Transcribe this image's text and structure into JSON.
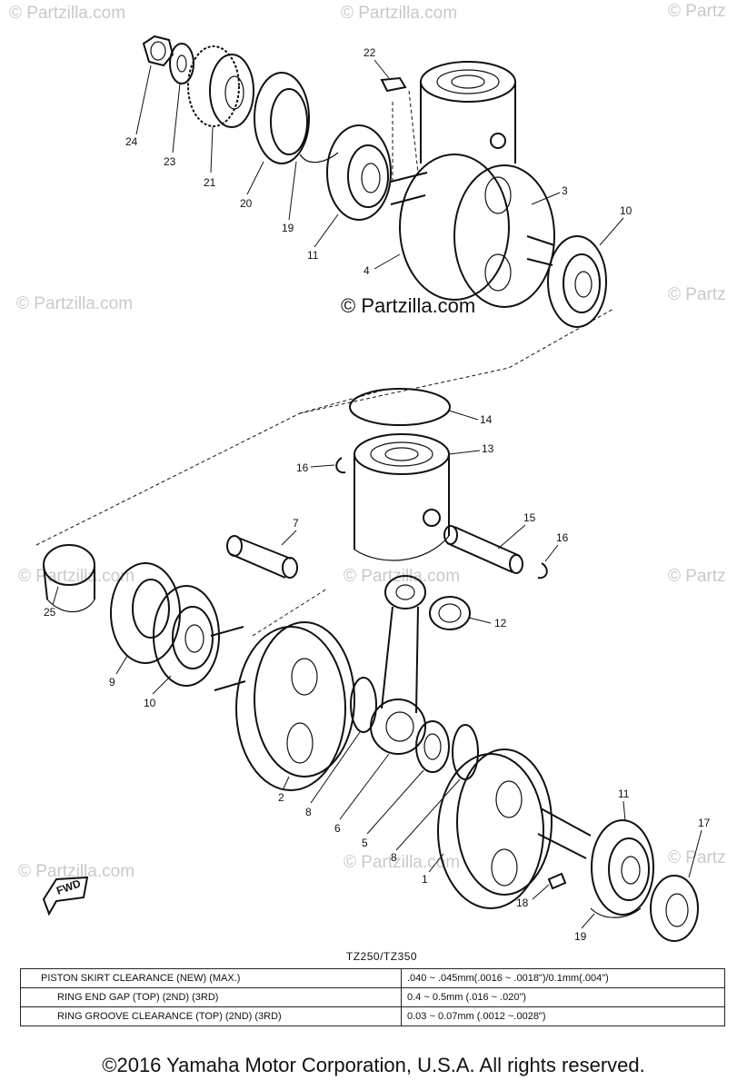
{
  "watermarks": {
    "corner": "© Partzilla.com",
    "corner_short": "© Partz",
    "center": "© Partzilla.com"
  },
  "callouts": [
    "1",
    "2",
    "3",
    "4",
    "5",
    "6",
    "7",
    "8",
    "9",
    "10",
    "11",
    "12",
    "13",
    "14",
    "15",
    "16",
    "17",
    "18",
    "19",
    "20",
    "21",
    "22",
    "23",
    "24",
    "25"
  ],
  "fwd_label": "FWD",
  "spec": {
    "title": "TZ250/TZ350",
    "rows": [
      {
        "label": "PISTON SKIRT CLEARANCE (NEW) (MAX.)",
        "value": ".040 ~ .045mm(.0016 ~ .0018\")/0.1mm(.004\")"
      },
      {
        "label": "RING END GAP (TOP) (2ND) (3RD)",
        "value": "0.4 ~ 0.5mm  (.016 ~ .020\")"
      },
      {
        "label": "RING GROOVE CLEARANCE (TOP) (2ND) (3RD)",
        "value": "0.03 ~ 0.07mm  (.0012 ~.0028\")"
      }
    ]
  },
  "footer": "©2016 Yamaha Motor Corporation, U.S.A. All rights reserved."
}
